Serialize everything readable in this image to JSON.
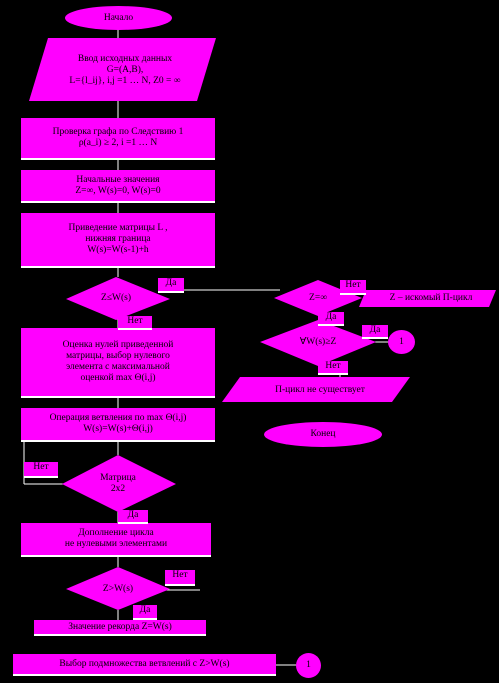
{
  "colors": {
    "fill": "#ff00ff",
    "background": "#000000",
    "line": "#ffffff"
  },
  "nodes": {
    "start": "Начало",
    "input": "Ввод исходных данных\nG=(A,B),\nL={l_ij}, i,j =1 … N, Z0 = ∞",
    "check": "Проверка графа по  Следствию 1\nρ(a_i) ≥ 2,  i =1 … N",
    "init": "Начальные значения\nZ=∞,  W(s)=0,  W(s)=0",
    "reduce": "Приведение матрицы  L ,\nнижняя граница\nW(s)=W(s-1)+h",
    "cond_zw1": "Z≤W(s)",
    "estimate": "Оценка нулей приведенной\nматрицы, выбор нулевого\nэлемента с максимальной\nоценкой max Θ(i,j)",
    "branch": "Операция ветвления по max Θ(i,j)\nW(s)=W(s)+Θ(i,j)",
    "cond_matrix": "Матрица\n2х2",
    "complete": "Дополнение цикла\nне нулевыми элементами",
    "cond_zw2": "Z>W(s)",
    "record": "Значение рекорда  Z=W(s)",
    "select": "Выбор подмножества ветвлений с  Z>W(s)",
    "conn1": "1",
    "cond_zinf": "Z=∞",
    "optimal": "Z – искомый П-цикл",
    "cond_all": "∀W(s)≥Z",
    "conn2": "1",
    "nocycle": "П-цикл не существует",
    "end": "Конец"
  },
  "labels": {
    "yes1": "Да",
    "no1": "Нет",
    "no2": "Нет",
    "yes2": "Да",
    "no3": "Нет",
    "yes3": "Да",
    "no4": "Нет",
    "yes4": "Да",
    "yes5": "Да",
    "no5": "Нет"
  }
}
